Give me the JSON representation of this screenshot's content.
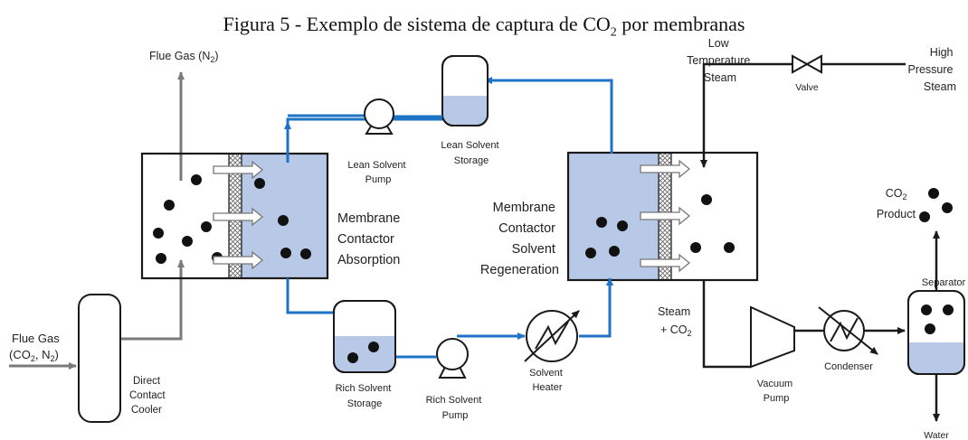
{
  "title": {
    "prefix": "Figura 5 - Exemplo de sistema de captura de CO",
    "sub": "2",
    "suffix": " por membranas"
  },
  "labels": {
    "flue_gas_out": {
      "main": "Flue Gas (N",
      "sub": "2",
      "tail": ")"
    },
    "flue_gas_in_1": "Flue Gas",
    "flue_gas_in_2": {
      "main": "(CO",
      "sub": "2",
      "tail": ", N",
      "sub2": "2",
      "tail2": ")"
    },
    "direct_contact_cooler": [
      "Direct",
      "Contact",
      "Cooler"
    ],
    "absorption_contactor": [
      "Membrane",
      "Contactor",
      "Absorption"
    ],
    "regeneration_contactor": [
      "Membrane",
      "Contactor",
      "Solvent",
      "Regeneration"
    ],
    "lean_solvent_pump": [
      "Lean Solvent",
      "Pump"
    ],
    "lean_solvent_storage": [
      "Lean Solvent",
      "Storage"
    ],
    "rich_solvent_storage": [
      "Rich Solvent",
      "Storage"
    ],
    "rich_solvent_pump": [
      "Rich Solvent",
      "Pump"
    ],
    "solvent_heater": [
      "Solvent",
      "Heater"
    ],
    "low_temperature_steam": [
      "Low",
      "Temperature",
      "Steam"
    ],
    "valve": "Valve",
    "high_pressure_steam": [
      "High",
      "Pressure",
      "Steam"
    ],
    "steam_co2": {
      "line1": "Steam",
      "line2": "+ CO",
      "sub": "2"
    },
    "vacuum_pump": [
      "Vacuum",
      "Pump"
    ],
    "condenser": "Condenser",
    "separator": "Separator",
    "co2_product": {
      "main": "CO",
      "sub": "2",
      "line2": "Product"
    },
    "water": "Water"
  },
  "colors": {
    "solvent_flow": "#1f73c7",
    "solvent_fill": "#b7c9e6",
    "gas_flow": "#7a7a7a",
    "outline": "#1a1a1a"
  }
}
